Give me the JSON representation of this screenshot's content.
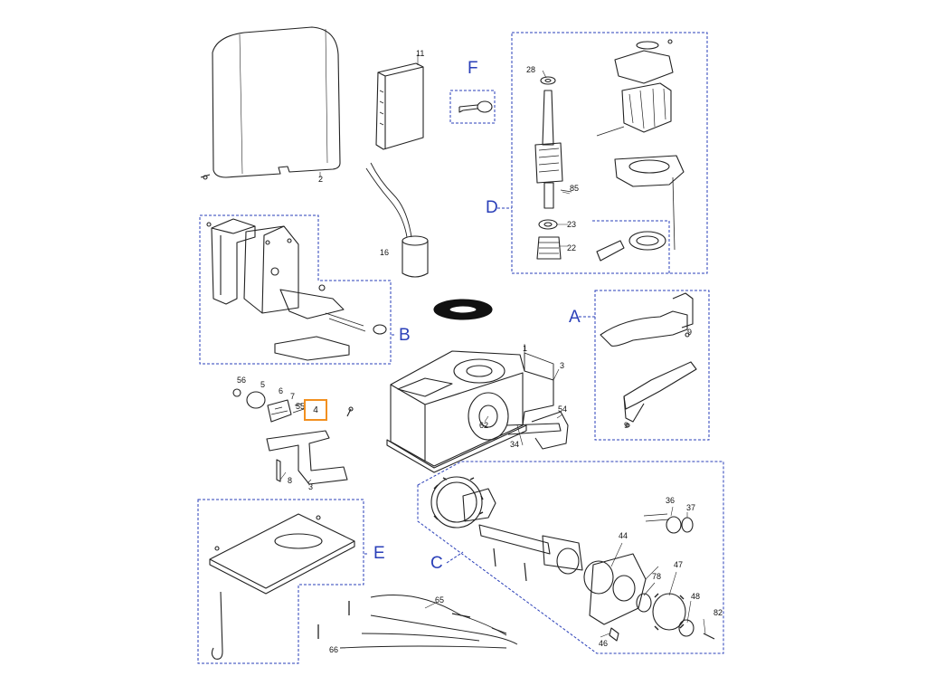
{
  "highlighted_part": "4",
  "group_labels": {
    "A": "A",
    "B": "B",
    "C": "C",
    "D": "D",
    "E": "E",
    "F": "F"
  },
  "part_labels": {
    "p1": "1",
    "p2": "2",
    "p3a": "3",
    "p3b": "3",
    "p5": "5",
    "p6": "6",
    "p7": "7",
    "p8": "8",
    "p11": "11",
    "p16": "16",
    "p22": "22",
    "p23": "23",
    "p28": "28",
    "p34": "34",
    "p36": "36",
    "p37": "37",
    "p44": "44",
    "p46": "46",
    "p47": "47",
    "p48": "48",
    "p54": "54",
    "p55": "55",
    "p56": "56",
    "p62": "62",
    "p65": "65",
    "p66": "66",
    "p78": "78",
    "p82": "82",
    "p85": "85",
    "p9a": "9",
    "p9b": "9"
  },
  "colors": {
    "group_border": "#2a3fb8",
    "group_text": "#2a3fb8",
    "highlight": "#f29020",
    "line": "#222222"
  }
}
